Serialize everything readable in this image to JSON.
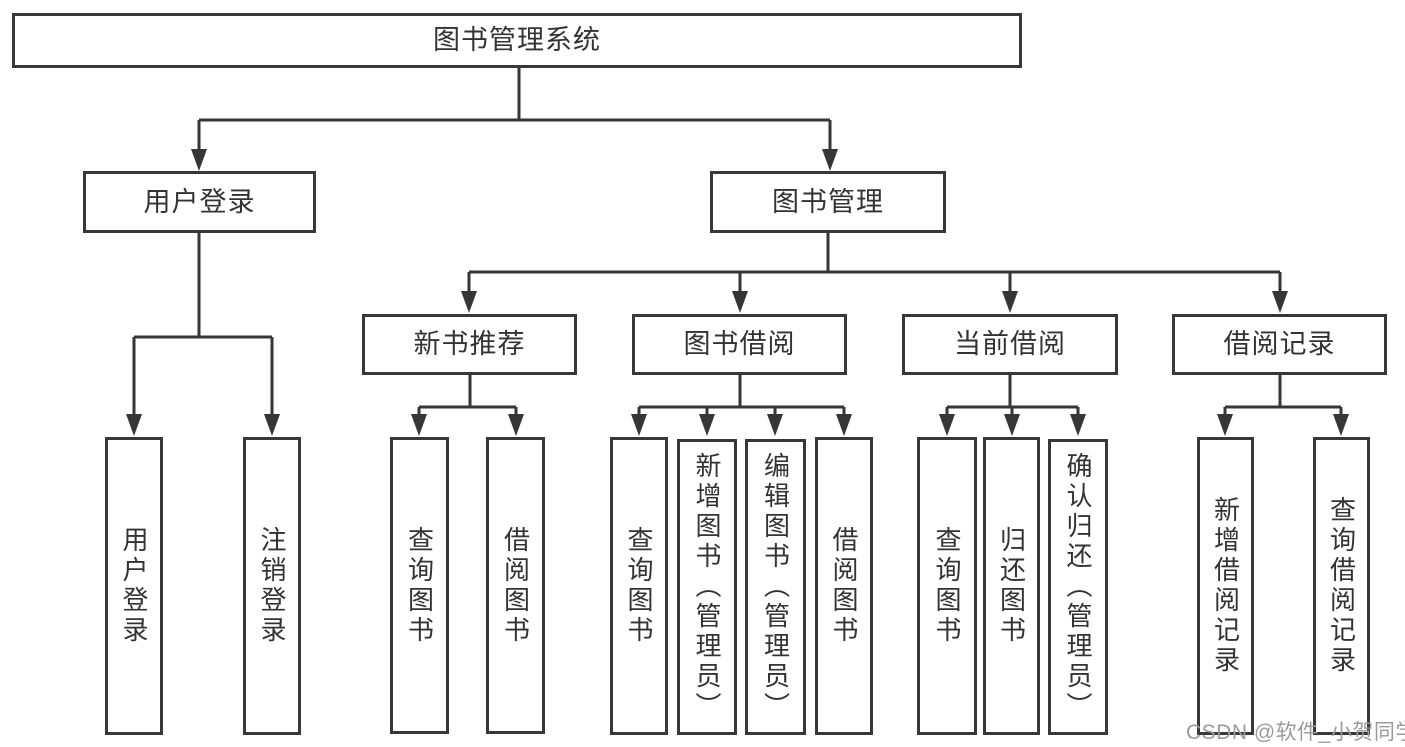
{
  "diagram": {
    "type": "hierarchy-tree",
    "title": "图书管理系统"
  },
  "nodes": {
    "root": "图书管理系统",
    "user_login": "用户登录",
    "book_mgmt": "图书管理",
    "new_book_rec": "新书推荐",
    "book_borrow": "图书借阅",
    "current_borrow": "当前借阅",
    "borrow_records": "借阅记录",
    "leaf_user_login": "用户登录",
    "leaf_logout": "注销登录",
    "rec_query_books": "查询图书",
    "rec_borrow_books": "借阅图书",
    "bb_query_books": "查询图书",
    "bb_add_books": "新增图书（管理员）",
    "bb_edit_books": "编辑图书（管理员）",
    "bb_borrow_books": "借阅图书",
    "cb_query_books": "查询图书",
    "cb_return_books": "归还图书",
    "cb_confirm_return": "确认归还（管理员）",
    "br_add_record": "新增借阅记录",
    "br_query_record": "查询借阅记录"
  },
  "hierarchy": {
    "图书管理系统": [
      "用户登录",
      "图书管理"
    ],
    "用户登录": [
      "用户登录",
      "注销登录"
    ],
    "图书管理": [
      "新书推荐",
      "图书借阅",
      "当前借阅",
      "借阅记录"
    ],
    "新书推荐": [
      "查询图书",
      "借阅图书"
    ],
    "图书借阅": [
      "查询图书",
      "新增图书（管理员）",
      "编辑图书（管理员）",
      "借阅图书"
    ],
    "当前借阅": [
      "查询图书",
      "归还图书",
      "确认归还（管理员）"
    ],
    "借阅记录": [
      "新增借阅记录",
      "查询借阅记录"
    ]
  },
  "watermark": "CSDN @软件_小贺同学",
  "colors": {
    "line": "#363636",
    "border": "#383838",
    "text": "#333333",
    "watermark": "#9b9b9b",
    "background": "#ffffff"
  }
}
